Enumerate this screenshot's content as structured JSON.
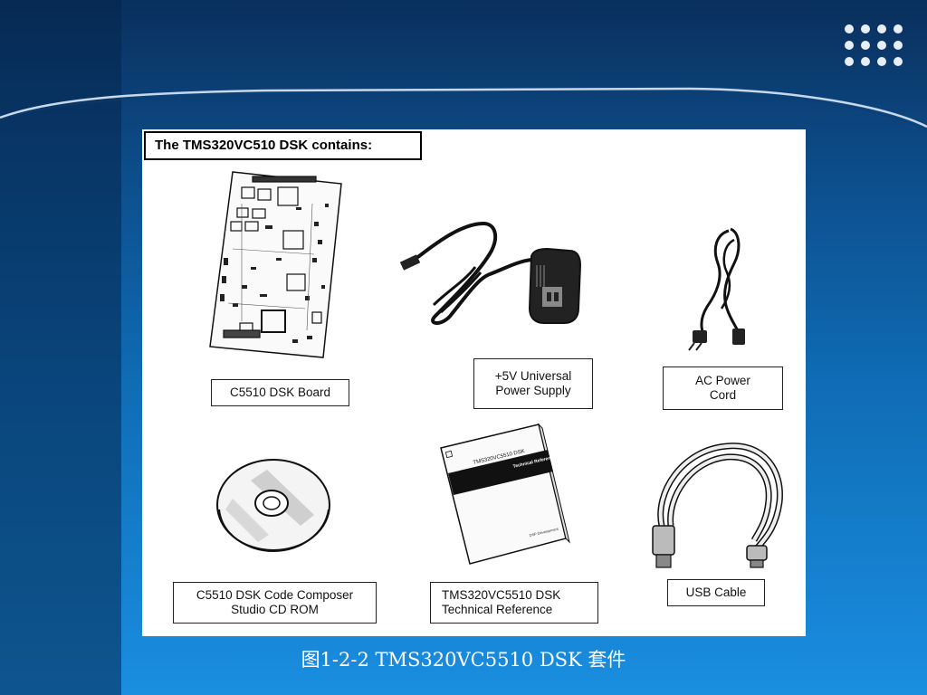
{
  "slide": {
    "colors": {
      "background_top": "#0a2f5c",
      "background_bottom": "#1a8ee0",
      "sidebar": "#06264d",
      "panel": "#ffffff"
    },
    "caption": "图1-2-2 TMS320VC5510 DSK 套件"
  },
  "figure": {
    "header": "The TMS320VC510 DSK contains:",
    "items": [
      {
        "icon": "circuit-board-icon",
        "label_lines": [
          "C5510 DSK Board"
        ]
      },
      {
        "icon": "power-adapter-icon",
        "label_lines": [
          "+5V Universal",
          "Power Supply"
        ]
      },
      {
        "icon": "power-cord-icon",
        "label_lines": [
          "AC Power",
          "Cord"
        ]
      },
      {
        "icon": "cd-rom-icon",
        "label_lines": [
          "C5510 DSK Code Composer",
          "Studio CD ROM"
        ]
      },
      {
        "icon": "manual-book-icon",
        "label_lines": [
          "TMS320VC5510 DSK",
          "Technical Reference"
        ]
      },
      {
        "icon": "usb-cable-icon",
        "label_lines": [
          "USB Cable"
        ]
      }
    ]
  }
}
